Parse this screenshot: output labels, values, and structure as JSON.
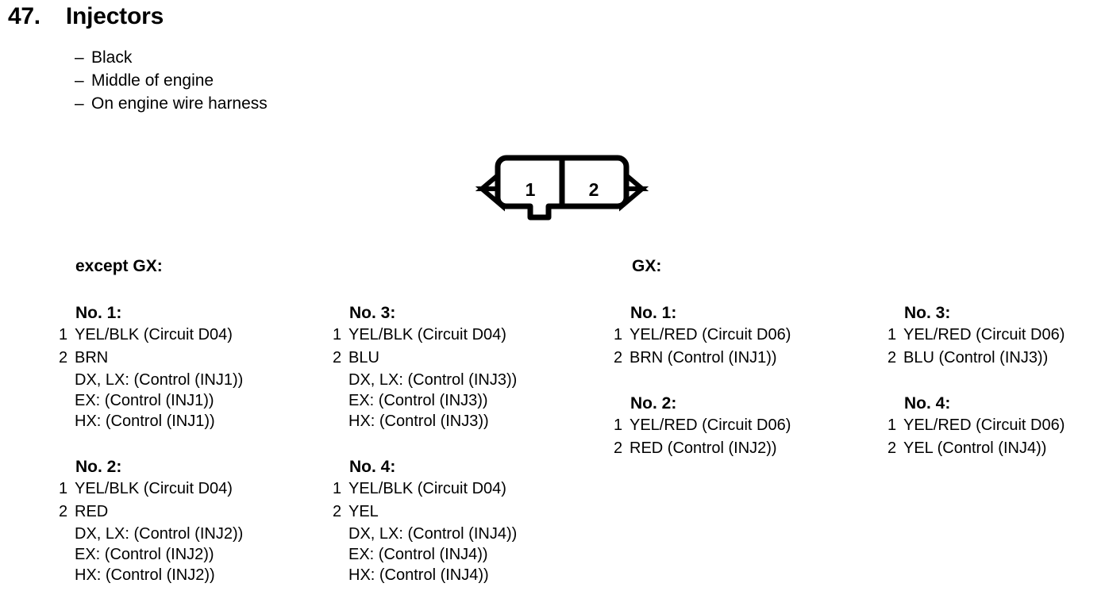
{
  "header": {
    "number": "47.",
    "title": "Injectors",
    "bullet_marker": "–",
    "bullets": [
      "Black",
      "Middle of engine",
      "On engine wire harness"
    ]
  },
  "connector": {
    "name": "2-pin-connector",
    "pins": [
      "1",
      "2"
    ],
    "outline_color": "#000000"
  },
  "sections": [
    {
      "id": "except-gx",
      "heading": "except GX:"
    },
    {
      "id": "gx",
      "heading": "GX:"
    }
  ],
  "columns": [
    {
      "id": "column-1",
      "section": "except-gx",
      "groups": [
        {
          "heading": "No. 1:",
          "pins": [
            {
              "num": "1",
              "text": "YEL/BLK (Circuit D04)"
            },
            {
              "num": "2",
              "text": "BRN"
            }
          ],
          "details": [
            "DX, LX: (Control (INJ1))",
            "EX: (Control (INJ1))",
            "HX: (Control (INJ1))"
          ]
        },
        {
          "heading": "No. 2:",
          "pins": [
            {
              "num": "1",
              "text": "YEL/BLK (Circuit D04)"
            },
            {
              "num": "2",
              "text": "RED"
            }
          ],
          "details": [
            "DX, LX: (Control (INJ2))",
            "EX: (Control (INJ2))",
            "HX: (Control (INJ2))"
          ]
        }
      ]
    },
    {
      "id": "column-2",
      "section": "except-gx",
      "groups": [
        {
          "heading": "No. 3:",
          "pins": [
            {
              "num": "1",
              "text": "YEL/BLK (Circuit D04)"
            },
            {
              "num": "2",
              "text": "BLU"
            }
          ],
          "details": [
            "DX, LX: (Control (INJ3))",
            "EX: (Control (INJ3))",
            "HX: (Control (INJ3))"
          ]
        },
        {
          "heading": "No. 4:",
          "pins": [
            {
              "num": "1",
              "text": "YEL/BLK (Circuit D04)"
            },
            {
              "num": "2",
              "text": "YEL"
            }
          ],
          "details": [
            "DX, LX: (Control (INJ4))",
            "EX: (Control (INJ4))",
            "HX: (Control (INJ4))"
          ]
        }
      ]
    },
    {
      "id": "column-3",
      "section": "gx",
      "groups": [
        {
          "heading": "No. 1:",
          "pins": [
            {
              "num": "1",
              "text": "YEL/RED (Circuit D06)"
            },
            {
              "num": "2",
              "text": "BRN (Control (INJ1))"
            }
          ],
          "details": []
        },
        {
          "heading": "No. 2:",
          "pins": [
            {
              "num": "1",
              "text": "YEL/RED (Circuit D06)"
            },
            {
              "num": "2",
              "text": "RED (Control (INJ2))"
            }
          ],
          "details": []
        }
      ]
    },
    {
      "id": "column-4",
      "section": "gx",
      "groups": [
        {
          "heading": "No. 3:",
          "pins": [
            {
              "num": "1",
              "text": "YEL/RED (Circuit D06)"
            },
            {
              "num": "2",
              "text": "BLU (Control (INJ3))"
            }
          ],
          "details": []
        },
        {
          "heading": "No. 4:",
          "pins": [
            {
              "num": "1",
              "text": "YEL/RED (Circuit D06)"
            },
            {
              "num": "2",
              "text": "YEL (Control (INJ4))"
            }
          ],
          "details": []
        }
      ]
    }
  ]
}
